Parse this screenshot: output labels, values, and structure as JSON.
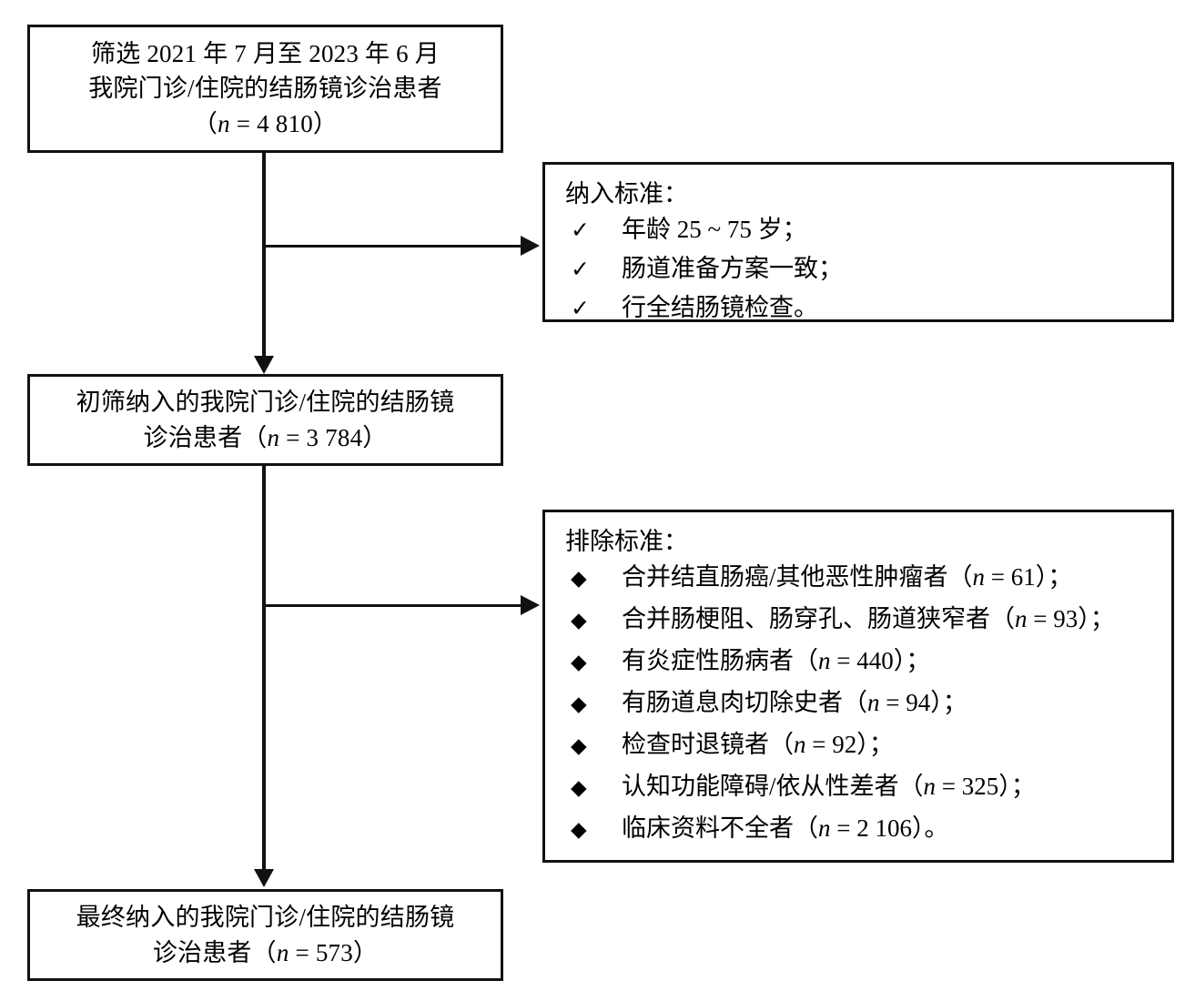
{
  "figure": {
    "type": "flowchart",
    "language": "zh-CN",
    "colors": {
      "stroke": "#111111",
      "background": "#ffffff",
      "text": "#000000"
    }
  },
  "nodes": {
    "screened": {
      "name": "screened-box",
      "lines": [
        "筛选 2021 年 7 月至 2023 年 6 月",
        "我院门诊/住院的结肠镜诊治患者",
        "（n = 4 810）"
      ]
    },
    "initial_included": {
      "name": "initial-included-box",
      "lines": [
        "初筛纳入的我院门诊/住院的结肠镜",
        "诊治患者（n = 3 784）"
      ]
    },
    "final_included": {
      "name": "final-included-box",
      "lines": [
        "最终纳入的我院门诊/住院的结肠镜",
        "诊治患者（n = 573）"
      ]
    }
  },
  "inclusion": {
    "title": "纳入标准：",
    "marker": "✓",
    "marker_name": "check-mark-icon",
    "items": [
      "年龄 25 ~ 75 岁；",
      "肠道准备方案一致；",
      "行全结肠镜检查。"
    ]
  },
  "exclusion": {
    "title": "排除标准：",
    "marker": "◆",
    "marker_name": "diamond-bullet-icon",
    "items": [
      "合并结直肠癌/其他恶性肿瘤者（n = 61）；",
      "合并肠梗阻、肠穿孔、肠道狭窄者（n = 93）；",
      "有炎症性肠病者（n = 440）；",
      "有肠道息肉切除史者（n = 94）；",
      "检查时退镜者（n = 92）；",
      "认知功能障碍/依从性差者（n = 325）；",
      "临床资料不全者（n = 2 106）。"
    ]
  },
  "counts": {
    "screened_total": 4810,
    "initial_included": 3784,
    "final_included": 573,
    "excluded": {
      "colorectal_or_other_malignancy": 61,
      "obstruction_perforation_stricture": 93,
      "inflammatory_bowel_disease": 440,
      "history_of_polypectomy": 94,
      "scope_withdrawal_during_exam": 92,
      "cognitive_impairment_or_poor_compliance": 325,
      "incomplete_clinical_data": 2106
    }
  }
}
